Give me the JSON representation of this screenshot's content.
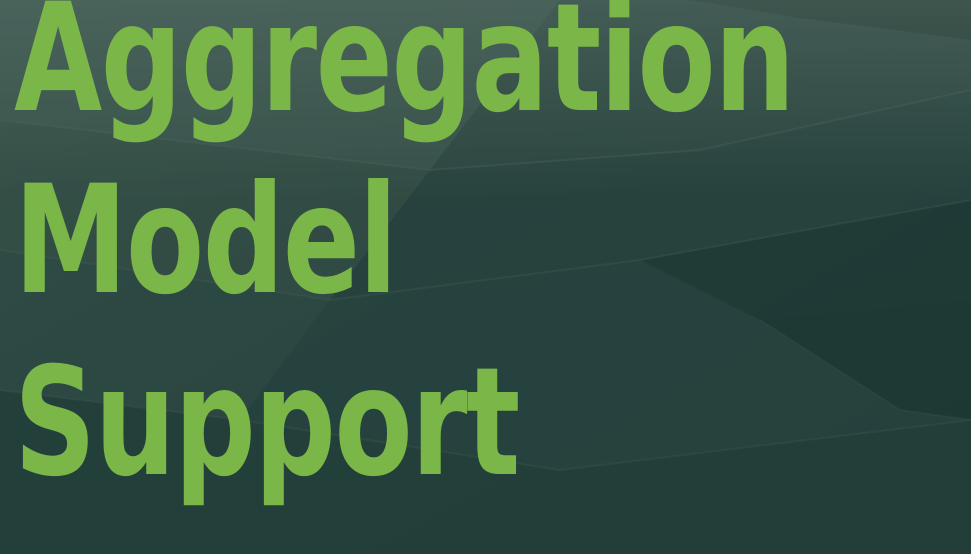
{
  "hero": {
    "title_lines": [
      "Aggregation",
      "Model",
      "Support"
    ],
    "title_color": "#7ab648",
    "background_image": "aerial-farmland-image",
    "overlay_color": "#1f3b36"
  }
}
